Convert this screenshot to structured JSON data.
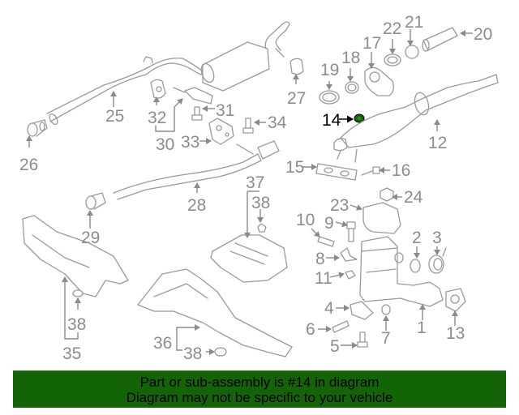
{
  "diagram": {
    "title": "Exhaust system parts diagram",
    "highlight_color": "#136307",
    "highlighted_part": "14",
    "callouts": [
      {
        "id": "c1",
        "label": "1"
      },
      {
        "id": "c2",
        "label": "2"
      },
      {
        "id": "c3",
        "label": "3"
      },
      {
        "id": "c4",
        "label": "4"
      },
      {
        "id": "c5",
        "label": "5"
      },
      {
        "id": "c6",
        "label": "6"
      },
      {
        "id": "c7",
        "label": "7"
      },
      {
        "id": "c8",
        "label": "8"
      },
      {
        "id": "c9",
        "label": "9"
      },
      {
        "id": "c10",
        "label": "10"
      },
      {
        "id": "c11",
        "label": "11"
      },
      {
        "id": "c12",
        "label": "12"
      },
      {
        "id": "c13",
        "label": "13"
      },
      {
        "id": "c14",
        "label": "14"
      },
      {
        "id": "c15",
        "label": "15"
      },
      {
        "id": "c16",
        "label": "16"
      },
      {
        "id": "c17",
        "label": "17"
      },
      {
        "id": "c18",
        "label": "18"
      },
      {
        "id": "c19",
        "label": "19"
      },
      {
        "id": "c20",
        "label": "20"
      },
      {
        "id": "c21",
        "label": "21"
      },
      {
        "id": "c22",
        "label": "22"
      },
      {
        "id": "c23",
        "label": "23"
      },
      {
        "id": "c24",
        "label": "24"
      },
      {
        "id": "c25",
        "label": "25"
      },
      {
        "id": "c26",
        "label": "26"
      },
      {
        "id": "c27",
        "label": "27"
      },
      {
        "id": "c28",
        "label": "28"
      },
      {
        "id": "c29",
        "label": "29"
      },
      {
        "id": "c30",
        "label": "30"
      },
      {
        "id": "c31",
        "label": "31"
      },
      {
        "id": "c32",
        "label": "32"
      },
      {
        "id": "c33",
        "label": "33"
      },
      {
        "id": "c34",
        "label": "34"
      },
      {
        "id": "c35",
        "label": "35"
      },
      {
        "id": "c36",
        "label": "36"
      },
      {
        "id": "c37",
        "label": "37"
      },
      {
        "id": "c38a",
        "label": "38"
      },
      {
        "id": "c38b",
        "label": "38"
      },
      {
        "id": "c38c",
        "label": "38"
      }
    ]
  },
  "banner": {
    "line1": "Part or sub-assembly is #14 in diagram",
    "line2": "Diagram may not be specific to your vehicle",
    "background_color": "#136307"
  }
}
